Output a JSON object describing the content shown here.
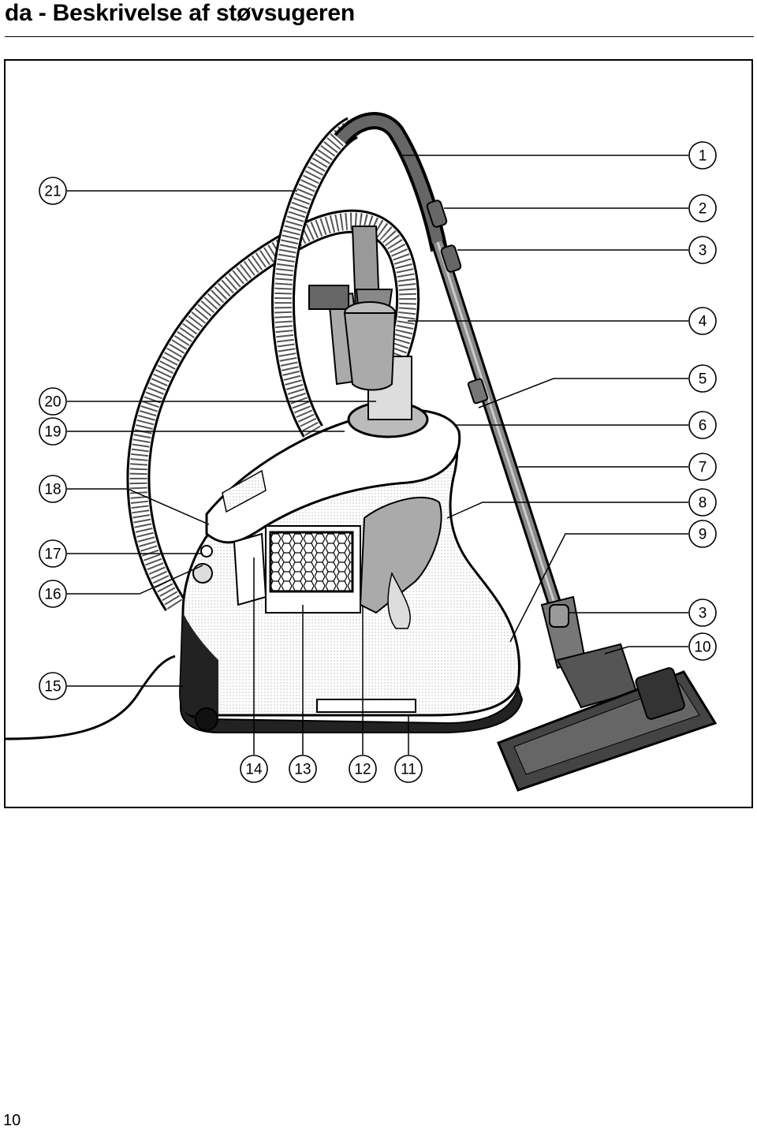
{
  "header": {
    "title": "da - Beskrivelse af støvsugeren"
  },
  "figure": {
    "callouts": {
      "c1": "1",
      "c2": "2",
      "c3": "3",
      "c4": "4",
      "c5": "5",
      "c6": "6",
      "c7": "7",
      "c8": "8",
      "c9": "9",
      "c3b": "3",
      "c10": "10",
      "c11": "11",
      "c12": "12",
      "c13": "13",
      "c14": "14",
      "c15": "15",
      "c16": "16",
      "c17": "17",
      "c18": "18",
      "c19": "19",
      "c20": "20",
      "c21": "21"
    }
  },
  "footer": {
    "page_number": "10"
  }
}
